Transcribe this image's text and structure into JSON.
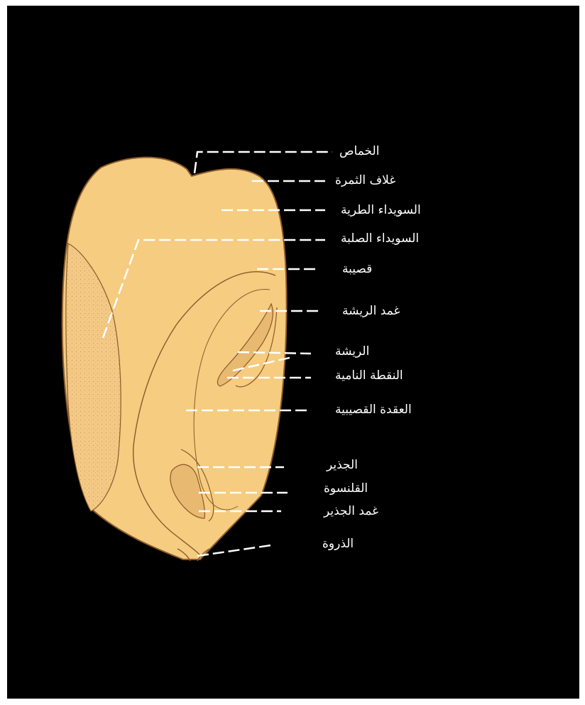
{
  "labels": {
    "hilum": "الخماص",
    "pericarp": "غلاف الثمرة",
    "soft_endosperm": "السويداء الطرية",
    "hard_endosperm": "السويداء الصلبة",
    "scutellum": "قصيبة",
    "coleoptile": "غمد الريشة",
    "plumule": "الريشة",
    "growing_point": "النقطة النامية",
    "scutellar_node": "العقدة القصيبية",
    "radicle": "الجذير",
    "root_cap": "القلنسوة",
    "coleorhiza": "غمد الجذير",
    "tip_cap": "الذروة"
  },
  "colors": {
    "background": "#000000",
    "seed_fill": "#f5cc80",
    "outline": "#8a5a2a",
    "leader": "#ffffff"
  }
}
